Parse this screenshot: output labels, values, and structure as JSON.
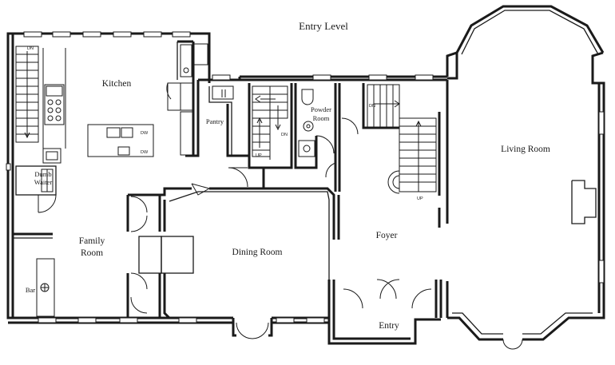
{
  "title": "Entry Level",
  "rooms": {
    "kitchen": "Kitchen",
    "pantry": "Pantry",
    "powder_room_line1": "Powder",
    "powder_room_line2": "Room",
    "living_room": "Living Room",
    "family_room_line1": "Family",
    "family_room_line2": "Room",
    "dining_room": "Dining Room",
    "foyer": "Foyer",
    "entry": "Entry",
    "dumb_waiter_line1": "Dumb",
    "dumb_waiter_line2": "Waiter",
    "bar": "Bar"
  },
  "stair_marks": {
    "kitchen_stair_dn": "DN",
    "pantry_stair_up": "UP",
    "pantry_stair_dn": "DN",
    "foyer_stair_dn": "DN",
    "foyer_stair_up": "UP"
  },
  "appliance_marks": {
    "island_dw_1": "DW",
    "island_dw_2": "DW"
  }
}
